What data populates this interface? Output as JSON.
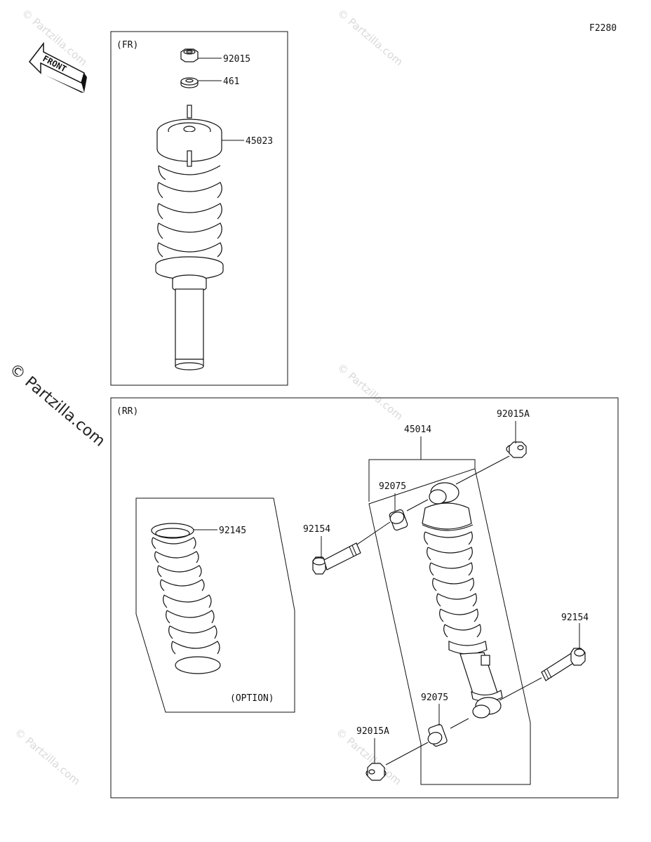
{
  "figure_code": "F2280",
  "front_arrow_text": "FRONT",
  "watermark_small": "© Partzilla.com",
  "watermark_side": "© Partzilla.com",
  "front_panel": {
    "label": "(FR)",
    "parts": [
      "92015",
      "461",
      "45023"
    ]
  },
  "rear_panel": {
    "label": "(RR)",
    "option_label": "(OPTION)",
    "parts": {
      "shock": "45014",
      "nut_top": "92015A",
      "collar_top": "92075",
      "bolt_top": "92154",
      "spring_option": "92145",
      "bolt_bottom": "92154",
      "collar_bottom": "92075",
      "nut_bottom": "92015A"
    }
  }
}
